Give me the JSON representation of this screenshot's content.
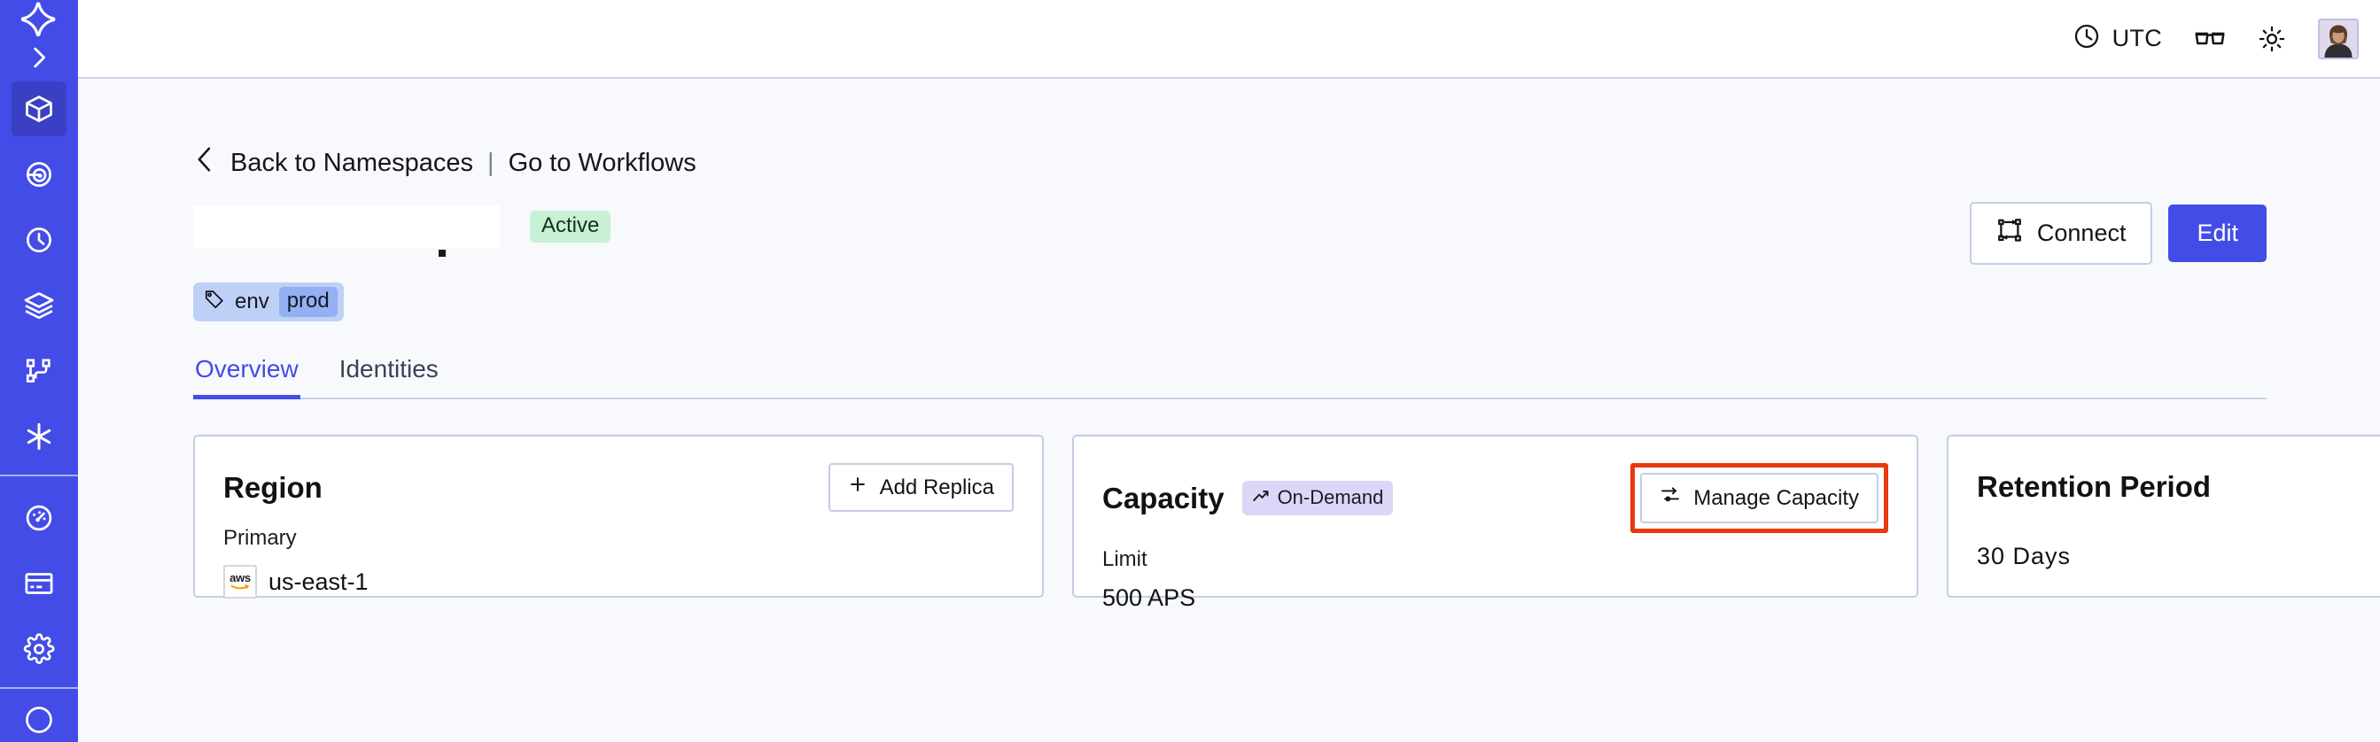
{
  "sidebar": {
    "logo_icon": "temporal-star-logo",
    "expand_icon": "chevron-right-icon",
    "items": [
      {
        "icon": "cube-icon",
        "name": "namespaces",
        "active": true
      },
      {
        "icon": "eye-icon",
        "name": "observe",
        "active": false
      },
      {
        "icon": "timer-icon",
        "name": "history",
        "active": false
      },
      {
        "icon": "layers-icon",
        "name": "batch",
        "active": false
      },
      {
        "icon": "schedule-icon",
        "name": "schedules",
        "active": false
      },
      {
        "icon": "asterisk-icon",
        "name": "nexus",
        "active": false
      }
    ],
    "items_bottom": [
      {
        "icon": "gauge-icon",
        "name": "usage",
        "active": false
      },
      {
        "icon": "credit-card-icon",
        "name": "billing",
        "active": false
      },
      {
        "icon": "gear-icon",
        "name": "settings",
        "active": false
      }
    ]
  },
  "topbar": {
    "timezone_label": "UTC",
    "clock_icon": "clock-icon",
    "glasses_icon": "glasses-icon",
    "theme_icon": "sun-icon",
    "avatar_name": "user-avatar"
  },
  "breadcrumb": {
    "back_icon": "chevron-left-icon",
    "back_label": "Back to Namespaces",
    "separator": "|",
    "forward_label": "Go to Workflows"
  },
  "header": {
    "namespace_title": "",
    "status_badge": "Active",
    "tag": {
      "icon": "tag-icon",
      "key": "env",
      "value": "prod"
    },
    "connect_label": "Connect",
    "connect_icon": "connect-flow-icon",
    "edit_label": "Edit"
  },
  "tabs": [
    {
      "label": "Overview",
      "active": true
    },
    {
      "label": "Identities",
      "active": false
    }
  ],
  "cards": {
    "region": {
      "title": "Region",
      "action_label": "Add Replica",
      "action_icon": "plus-icon",
      "sub_label": "Primary",
      "provider_icon": "aws-logo",
      "provider_text": "aws",
      "value": "us-east-1"
    },
    "capacity": {
      "title": "Capacity",
      "pill_label": "On-Demand",
      "pill_icon": "trend-up-icon",
      "action_label": "Manage Capacity",
      "action_icon": "sliders-icon",
      "action_highlighted": true,
      "sub_label": "Limit",
      "value": "500 APS"
    },
    "retention": {
      "title": "Retention Period",
      "value": "30 Days"
    }
  },
  "colors": {
    "brand": "#444ce7",
    "sidebar_bg": "#444ce7",
    "sidebar_active": "#3a40c4",
    "content_bg": "#f7f9fc",
    "card_border": "#c2cde6",
    "status_active_bg": "#c8f0d5",
    "tag_chip_bg": "#bfd0f7",
    "tag_value_bg": "#93b0f5",
    "pill_bg": "#ddd6f8",
    "highlight": "#e8380d"
  }
}
